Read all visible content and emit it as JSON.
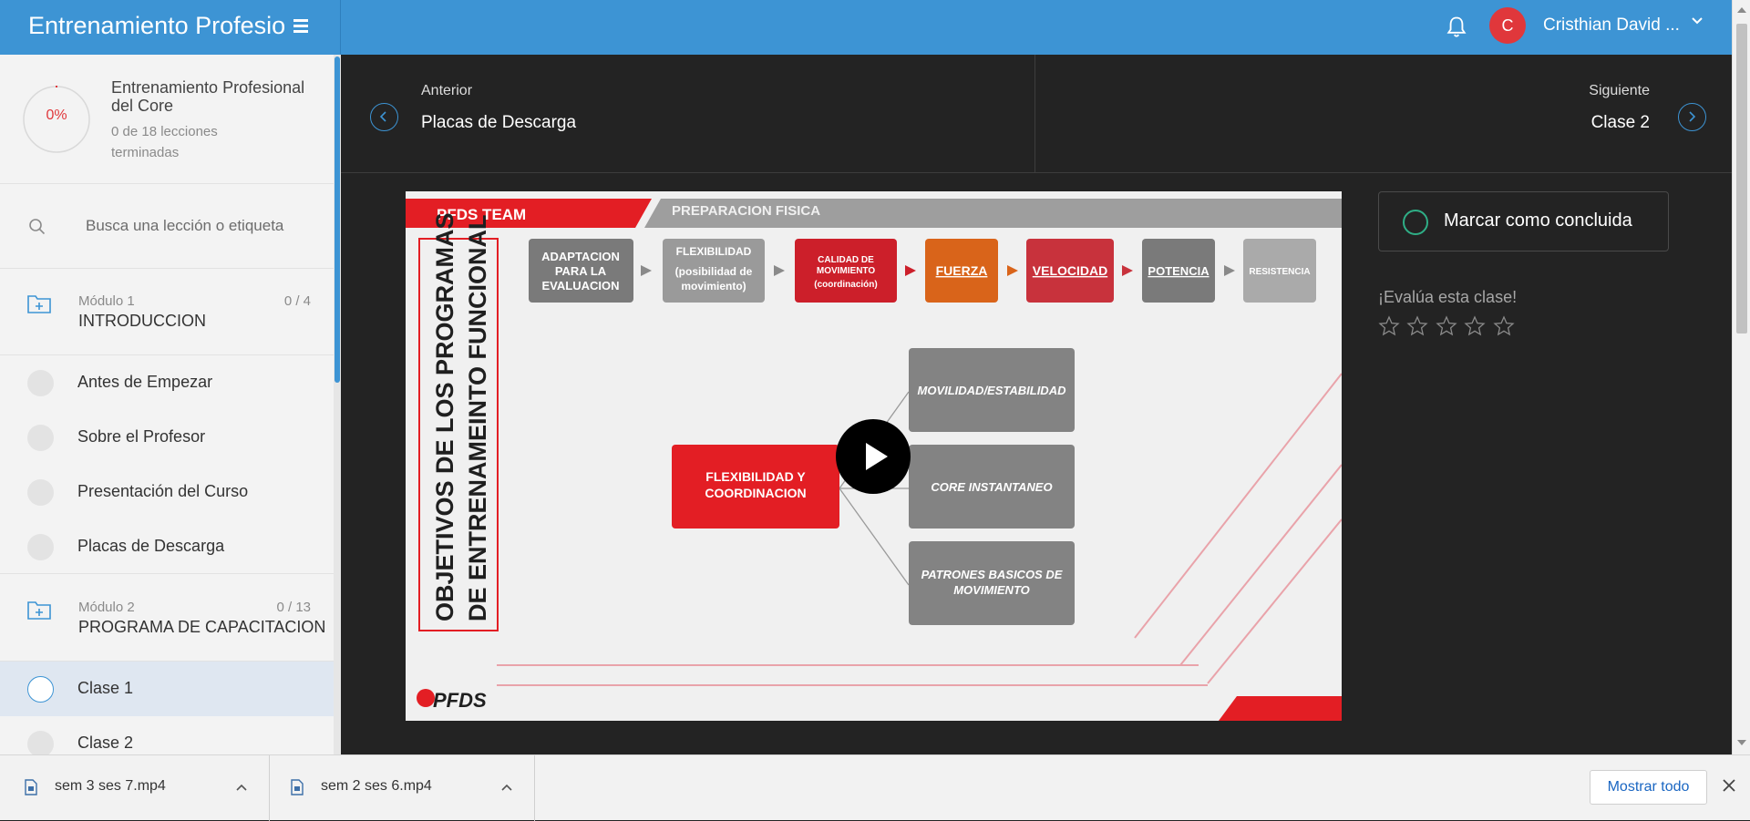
{
  "header": {
    "course_title": "Entrenamiento Profesional del Core",
    "avatar_initial": "C",
    "user_name": "Cristhian David ...",
    "accent": "#3d94d4"
  },
  "sidebar": {
    "progress": {
      "percent_label": "0%",
      "fraction": 0.0,
      "course_name": "Entrenamiento Profesional del Core",
      "count_label": "0 de 18 lecciones terminadas"
    },
    "search": {
      "placeholder": "Busca una lección o etiqueta"
    },
    "modules": [
      {
        "label": "Módulo 1",
        "count": "0 / 4",
        "title": "INTRODUCCION",
        "lessons": [
          "Antes de Empezar",
          "Sobre el Profesor",
          "Presentación del Curso",
          "Placas de Descarga"
        ]
      },
      {
        "label": "Módulo 2",
        "count": "0 / 13",
        "title": "PROGRAMA DE CAPACITACION",
        "lessons": [
          "Clase 1",
          "Clase 2"
        ]
      }
    ],
    "active_lesson": "Clase 1"
  },
  "nav": {
    "prev_label": "Anterior",
    "prev_title": "Placas de Descarga",
    "next_label": "Siguiente",
    "next_title": "Clase 2"
  },
  "video": {
    "team": "PFDS TEAM",
    "section": "PREPARACION FISICA",
    "vertical_title_1": "OBJETIVOS DE LOS PROGRAMAS",
    "vertical_title_2": "DE ENTRENAMEINTO FUNCIONAL",
    "steps": [
      {
        "line1": "ADAPTACION",
        "line2": "PARA LA",
        "line3": "EVALUACION",
        "color": "#7a7a7a"
      },
      {
        "line1": "FLEXIBILIDAD",
        "line2": "(posibilidad de",
        "line3": "movimiento)",
        "color": "#9a9a9a"
      },
      {
        "line1": "CALIDAD DE",
        "line2": "MOVIMIENTO",
        "line3": "(coordinación)",
        "color": "#cc1f2a"
      },
      {
        "line1": "FUERZA",
        "line2": "",
        "line3": "",
        "color": "#d9641a"
      },
      {
        "line1": "VELOCIDAD",
        "line2": "",
        "line3": "",
        "color": "#c8323c"
      },
      {
        "line1": "POTENCIA",
        "line2": "",
        "line3": "",
        "color": "#7a7a7a"
      },
      {
        "line1": "RESISTENCIA",
        "line2": "",
        "line3": "",
        "color": "#aaaaaa"
      }
    ],
    "center_box_1": "FLEXIBILIDAD Y",
    "center_box_2": "COORDINACION",
    "branches": [
      {
        "line1": "MOVILIDAD/ESTABILIDAD",
        "line2": ""
      },
      {
        "line1": "CORE INSTANTANEO",
        "line2": ""
      },
      {
        "line1": "PATRONES BASICOS DE",
        "line2": "MOVIMIENTO"
      }
    ],
    "logo": "PFDS"
  },
  "panel": {
    "complete_label": "Marcar como concluida",
    "rate_label": "¡Evalúa esta clase!",
    "stars_total": 5,
    "stars_filled": 0
  },
  "downloads": {
    "items": [
      "sem 3 ses 7.mp4",
      "sem 2 ses 6.mp4"
    ],
    "show_all": "Mostrar todo"
  }
}
